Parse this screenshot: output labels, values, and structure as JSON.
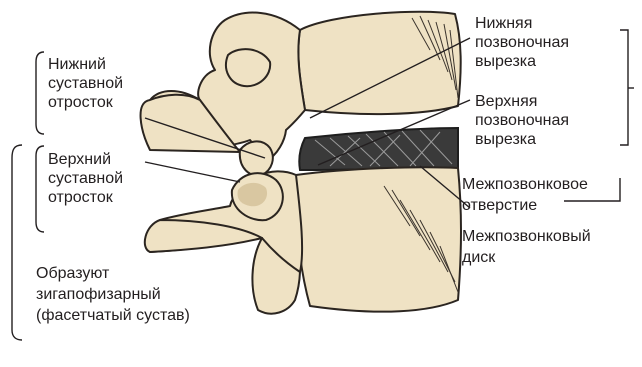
{
  "labels": {
    "inferior_articular_process": [
      "Нижний",
      "суставной",
      "отросток"
    ],
    "superior_articular_process": [
      "Верхний",
      "суставной",
      "отросток"
    ],
    "form_zygapophyseal_joint": [
      "Образуют",
      "зигапофизарный",
      "(фасетчатый сустав)"
    ],
    "inferior_vertebral_notch": [
      "Нижняя",
      "позвоночная",
      "вырезка"
    ],
    "superior_vertebral_notch": [
      "Верхняя",
      "позвоночная",
      "вырезка"
    ],
    "intervertebral_foramen": [
      "Межпозвонковое",
      "отверстие"
    ],
    "intervertebral_disc": [
      "Межпозвонковый",
      "диск"
    ]
  },
  "colors": {
    "bone_fill": "#efe2c4",
    "bone_shade": "#d9c7a1",
    "disc_fill": "#3a3a3a",
    "line": "#231f20"
  }
}
